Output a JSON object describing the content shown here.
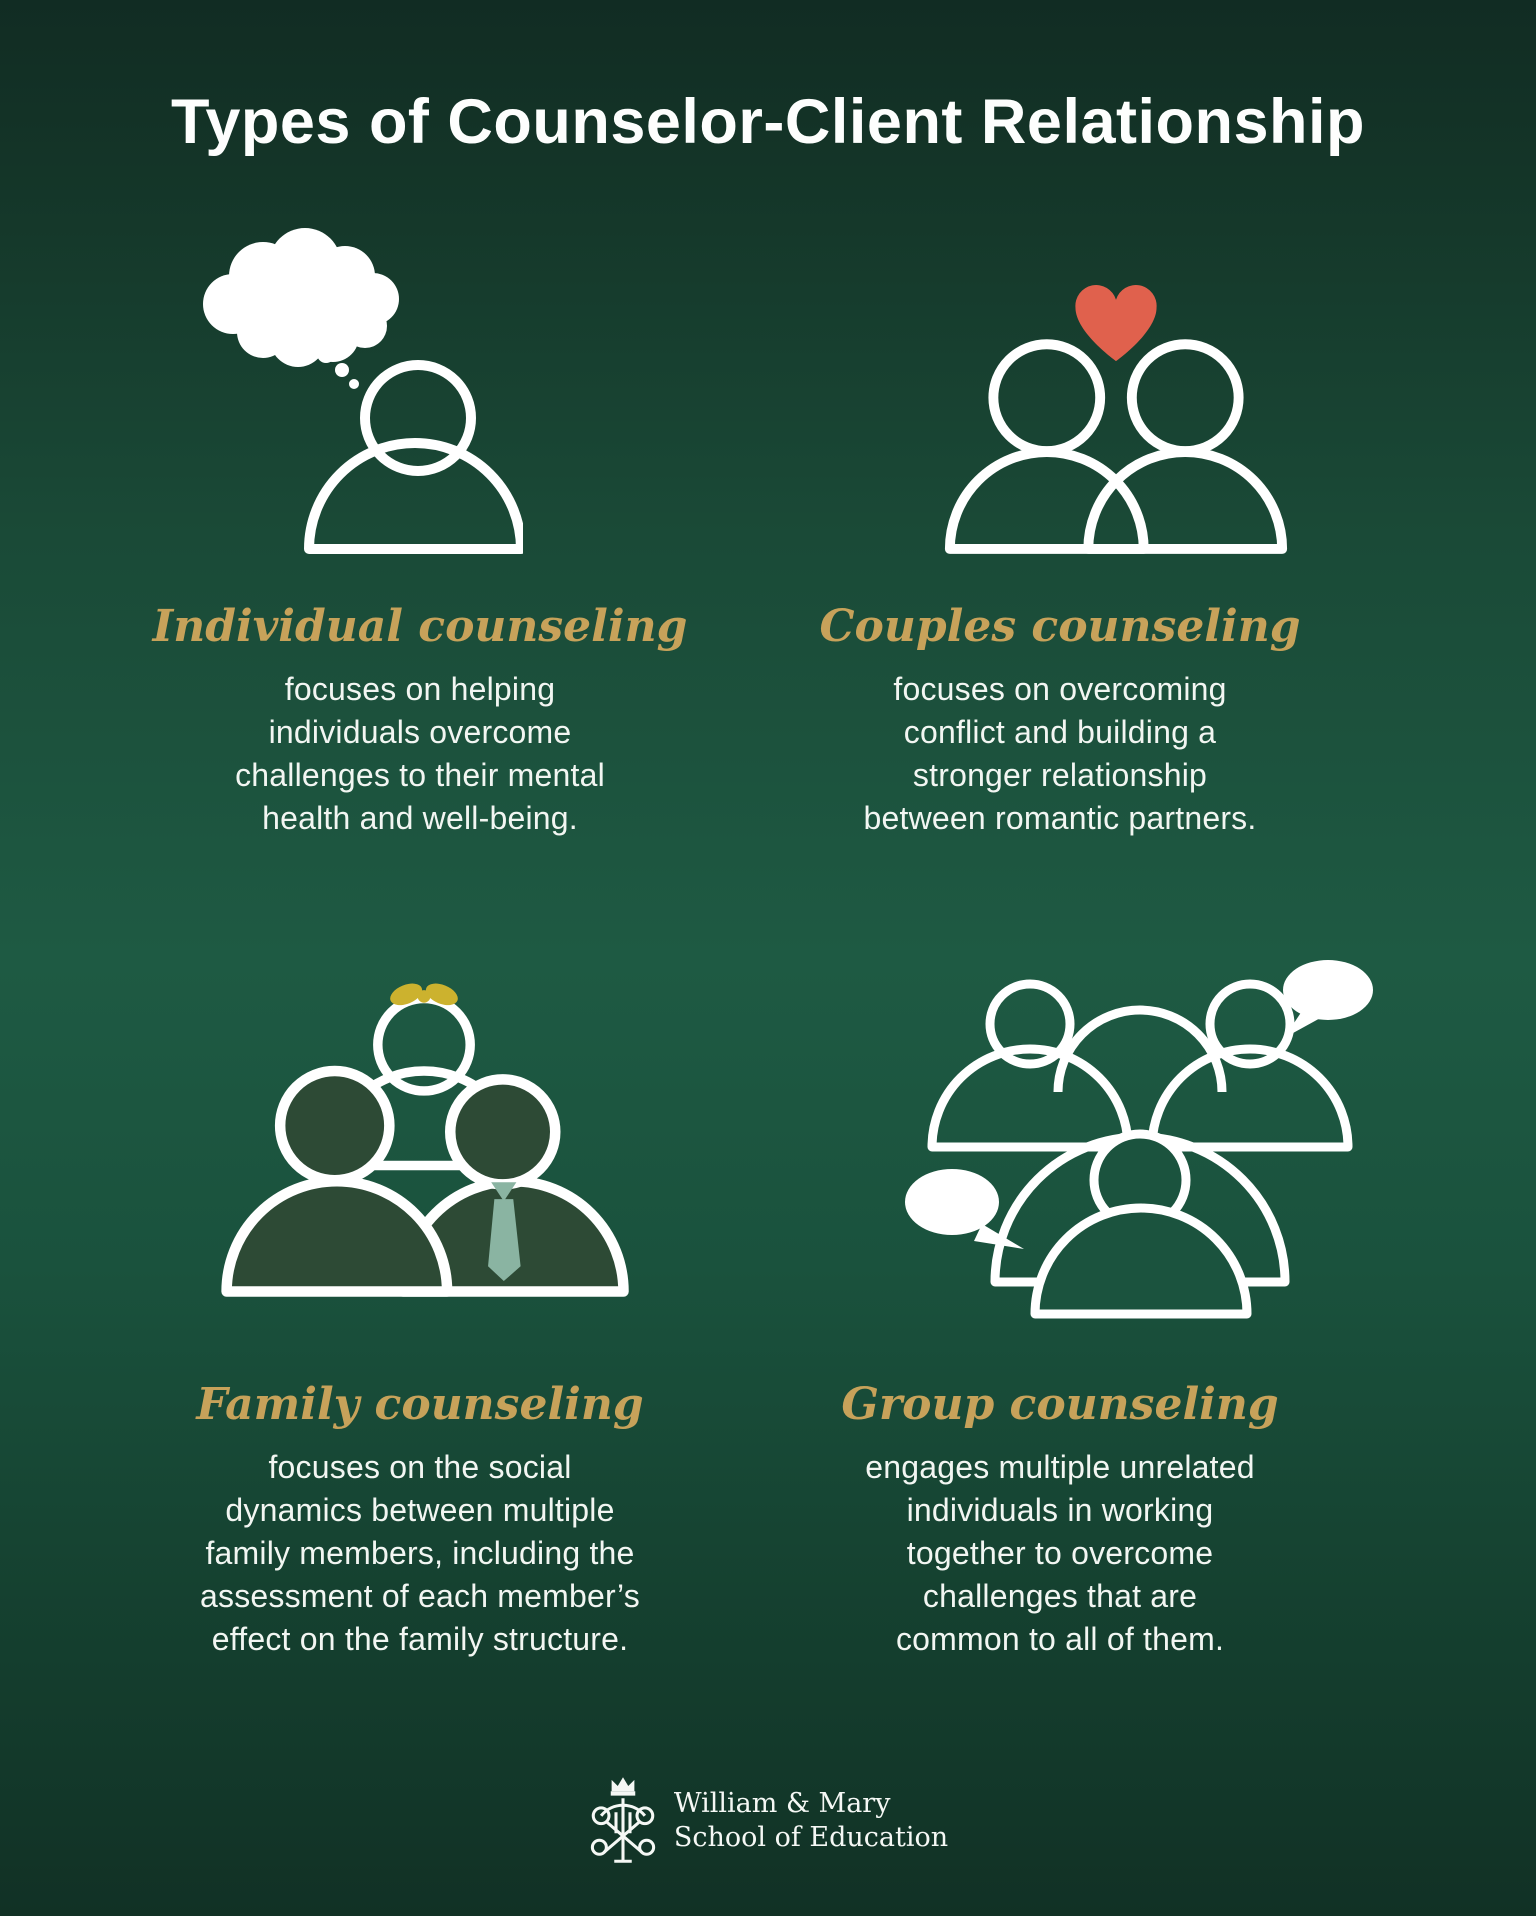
{
  "title": "Types of Counselor-Client Relationship",
  "sections": [
    {
      "name": "individual",
      "heading": "Individual counseling",
      "icon": "person-thought-cloud-icon",
      "body_lines": [
        "focuses on helping",
        "individuals overcome",
        "challenges to their mental",
        "health and well-being."
      ]
    },
    {
      "name": "couples",
      "heading": "Couples counseling",
      "icon": "couple-with-heart-icon",
      "body_lines": [
        "focuses on overcoming",
        "conflict and building a",
        "stronger relationship",
        "between romantic partners."
      ]
    },
    {
      "name": "family",
      "heading": "Family counseling",
      "icon": "family-figures-icon",
      "body_lines": [
        "focuses on the social",
        "dynamics between multiple",
        "family members, including the",
        "assessment of each member’s",
        "effect on the family structure."
      ]
    },
    {
      "name": "group",
      "heading": "Group counseling",
      "icon": "group-speech-bubbles-icon",
      "body_lines": [
        "engages multiple unrelated",
        "individuals in working",
        "together to overcome",
        "challenges that are",
        "common to all of them."
      ]
    }
  ],
  "footer": {
    "line1": "William & Mary",
    "line2": "School of Education",
    "logo": "wm-royal-cypher-logo"
  },
  "colors": {
    "background_green": "#1e5a43",
    "heading_gold": "#c7a25a",
    "heart_red": "#e0614d",
    "tie_teal": "#8ab4a2",
    "bow_yellow": "#ccb22e",
    "figure_fill_green": "#2d4a35",
    "text_white": "#ffffff"
  }
}
